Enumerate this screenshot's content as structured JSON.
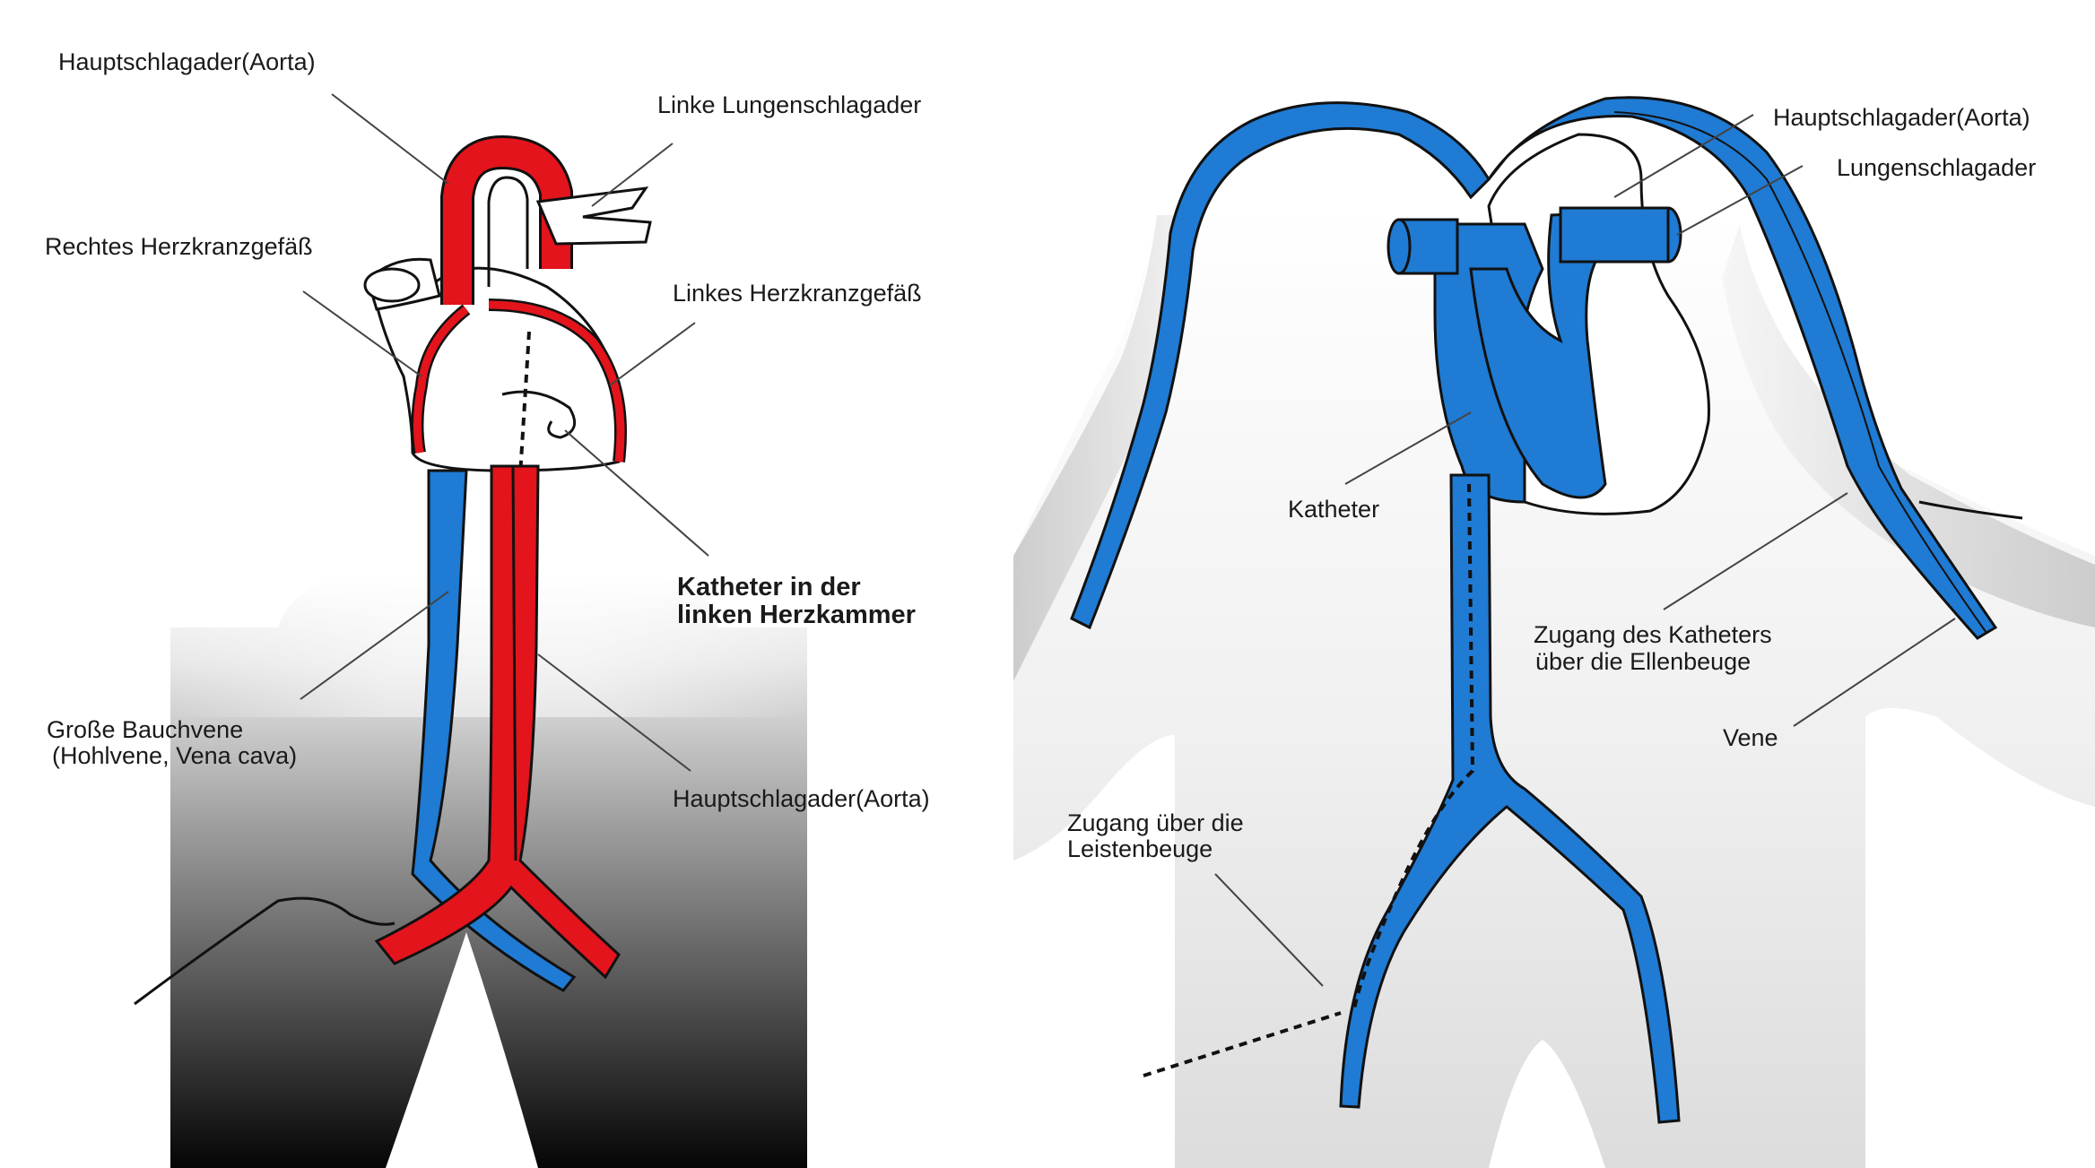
{
  "colors": {
    "artery": "#e3141c",
    "vein": "#1f7bd3",
    "outline": "#111111",
    "body_dark": "#050505",
    "body_light": "#dcdcdc",
    "background": "#ffffff"
  },
  "left_diagram": {
    "labels": {
      "aorta_top": "Hauptschlagader(Aorta)",
      "left_pulmonary_artery": "Linke Lungenschlagader",
      "right_coronary": "Rechtes Herzkranzgefäß",
      "left_coronary": "Linkes Herzkranzgefäß",
      "catheter_line1": "Katheter in der",
      "catheter_line2": "linken Herzkammer",
      "vena_cava_line1": "Große Bauchvene",
      "vena_cava_line2": "(Hohlvene, Vena cava)",
      "aorta_bottom": "Hauptschlagader(Aorta)"
    }
  },
  "right_diagram": {
    "labels": {
      "aorta": "Hauptschlagader(Aorta)",
      "pulmonary_artery": "Lungenschlagader",
      "catheter": "Katheter",
      "elbow_access_line1": "Zugang des Katheters",
      "elbow_access_line2": "über die Ellenbeuge",
      "vein": "Vene",
      "groin_access_line1": "Zugang über die",
      "groin_access_line2": "Leistenbeuge"
    }
  }
}
